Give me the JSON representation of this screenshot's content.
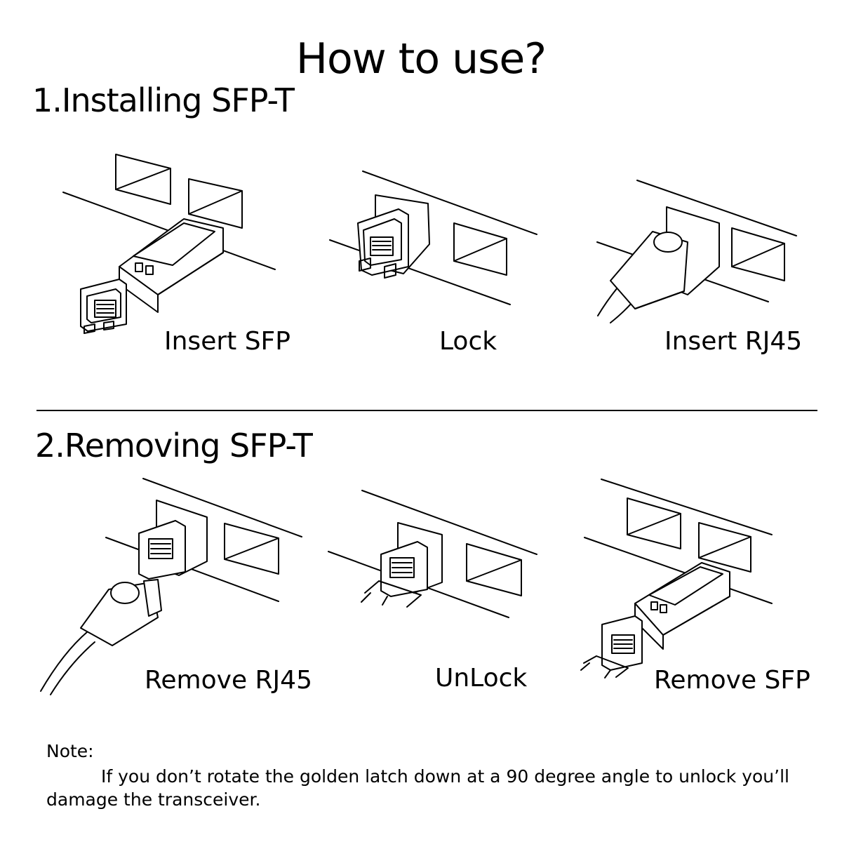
{
  "title": "How to use?",
  "installing": {
    "heading": "1.Installing SFP-T",
    "steps": [
      {
        "label": "Insert SFP"
      },
      {
        "label": "Lock"
      },
      {
        "label": "Insert RJ45"
      }
    ]
  },
  "removing": {
    "heading": "2.Removing SFP-T",
    "steps": [
      {
        "label": "Remove RJ45"
      },
      {
        "label": "UnLock"
      },
      {
        "label": "Remove SFP"
      }
    ]
  },
  "note": {
    "label": "Note:",
    "text": "If you don’t rotate the golden latch down at a 90 degree angle to unlock you’ll damage the transceiver."
  }
}
